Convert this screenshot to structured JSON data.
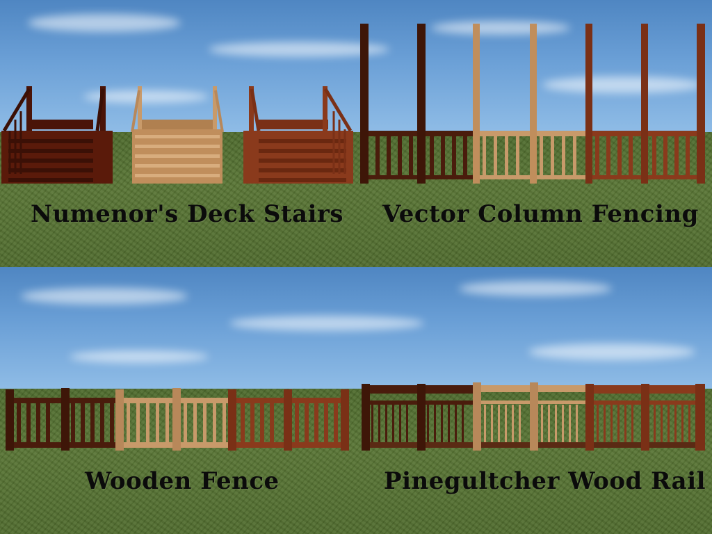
{
  "labels": {
    "deck_stairs": "Numenor's Deck Stairs",
    "column_fencing": "Vector Column Fencing",
    "wooden_fence": "Wooden Fence",
    "wood_rail": "Pinegultcher Wood Rail"
  },
  "colors": {
    "sky": "#6a9fd6",
    "grass": "#587534",
    "wood_dark": "#4a1c0c",
    "wood_light": "#c89a6a",
    "wood_medium": "#8a3a1c",
    "label_text": "#0b0b0b"
  }
}
